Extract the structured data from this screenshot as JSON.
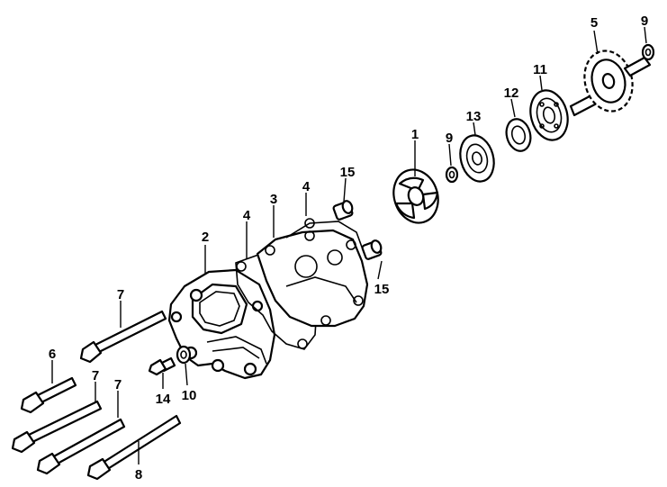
{
  "callouts": [
    {
      "id": "1",
      "text": "1"
    },
    {
      "id": "2",
      "text": "2"
    },
    {
      "id": "3",
      "text": "3"
    },
    {
      "id": "4a",
      "text": "4"
    },
    {
      "id": "4b",
      "text": "4"
    },
    {
      "id": "5",
      "text": "5"
    },
    {
      "id": "6",
      "text": "6"
    },
    {
      "id": "7a",
      "text": "7"
    },
    {
      "id": "7b",
      "text": "7"
    },
    {
      "id": "7c",
      "text": "7"
    },
    {
      "id": "8",
      "text": "8"
    },
    {
      "id": "9a",
      "text": "9"
    },
    {
      "id": "9b",
      "text": "9"
    },
    {
      "id": "10",
      "text": "10"
    },
    {
      "id": "11",
      "text": "11"
    },
    {
      "id": "12",
      "text": "12"
    },
    {
      "id": "13",
      "text": "13"
    },
    {
      "id": "14",
      "text": "14"
    },
    {
      "id": "15a",
      "text": "15"
    },
    {
      "id": "15b",
      "text": "15"
    }
  ],
  "line_color": "#000000",
  "background_color": "#ffffff"
}
